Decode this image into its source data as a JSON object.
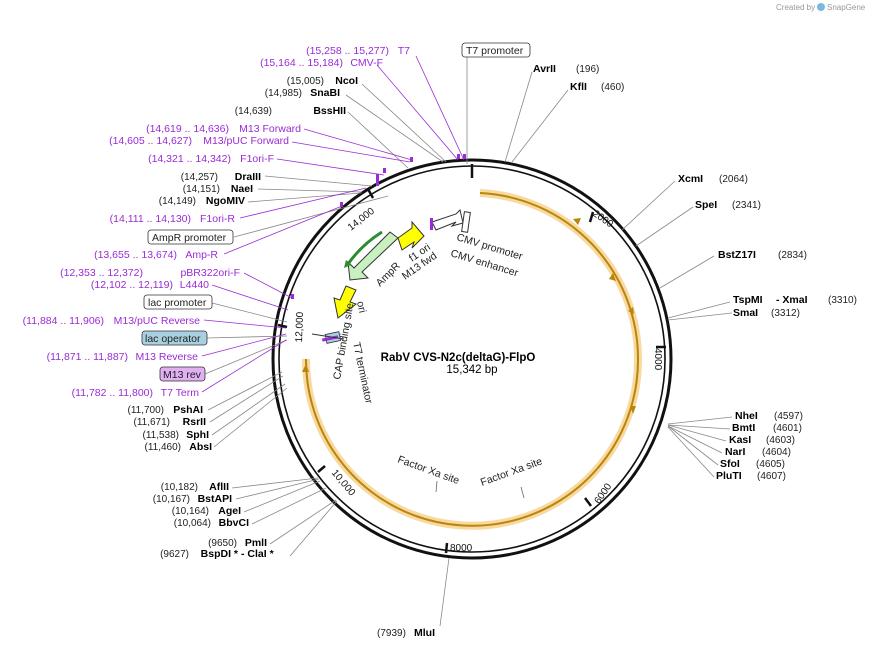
{
  "credit": {
    "prefix": "Created by",
    "brand": "SnapGene"
  },
  "plasmid": {
    "name": "RabV CVS-N2c(deltaG)-FlpO",
    "size_label": "15,342 bp"
  },
  "ticks": [
    "2000",
    "4000",
    "6000",
    "8000",
    "10,000",
    "12,000",
    "14,000"
  ],
  "sites_right": [
    {
      "name": "AvrII",
      "pos": "(196)"
    },
    {
      "name": "KflI",
      "pos": "(460)"
    },
    {
      "name": "XcmI",
      "pos": "(2064)"
    },
    {
      "name": "SpeI",
      "pos": "(2341)"
    },
    {
      "name": "BstZ17I",
      "pos": "(2834)"
    },
    {
      "name": "TspMI",
      "sep": "- XmaI",
      "pos": "(3310)"
    },
    {
      "name": "SmaI",
      "pos": "(3312)"
    },
    {
      "name": "NheI",
      "pos": "(4597)"
    },
    {
      "name": "BmtI",
      "pos": "(4601)"
    },
    {
      "name": "KasI",
      "pos": "(4603)"
    },
    {
      "name": "NarI",
      "pos": "(4604)"
    },
    {
      "name": "SfoI",
      "pos": "(4605)"
    },
    {
      "name": "PluTI",
      "pos": "(4607)"
    },
    {
      "name": "MluI",
      "pos": "(7939)"
    }
  ],
  "sites_left": [
    {
      "name": "NcoI",
      "pos": "(15,005)"
    },
    {
      "name": "SnaBI",
      "pos": "(14,985)"
    },
    {
      "name": "BssHII",
      "pos": "(14,639)"
    },
    {
      "name": "DraIII",
      "pos": "(14,257)"
    },
    {
      "name": "NaeI",
      "pos": "(14,151)"
    },
    {
      "name": "NgoMIV",
      "pos": "(14,149)"
    },
    {
      "name": "PshAI",
      "pos": "(11,700)"
    },
    {
      "name": "RsrII",
      "pos": "(11,671)"
    },
    {
      "name": "SphI",
      "pos": "(11,538)"
    },
    {
      "name": "AbsI",
      "pos": "(11,460)"
    },
    {
      "name": "AflII",
      "pos": "(10,182)"
    },
    {
      "name": "BstAPI",
      "pos": "(10,167)"
    },
    {
      "name": "AgeI",
      "pos": "(10,164)"
    },
    {
      "name": "BbvCI",
      "pos": "(10,064)"
    },
    {
      "name": "PmlI",
      "pos": "(9650)"
    },
    {
      "name": "BspDI *",
      "sep": "- ClaI *",
      "pos": "(9627)"
    }
  ],
  "primers": [
    {
      "name": "T7",
      "pos": "(15,258 .. 15,277)"
    },
    {
      "name": "CMV-F",
      "pos": "(15,164 .. 15,184)"
    },
    {
      "name": "M13 Forward",
      "pos": "(14,619 .. 14,636)"
    },
    {
      "name": "M13/pUC Forward",
      "pos": "(14,605 .. 14,627)"
    },
    {
      "name": "F1ori-F",
      "pos": "(14,321 .. 14,342)"
    },
    {
      "name": "F1ori-R",
      "pos": "(14,111 .. 14,130)"
    },
    {
      "name": "Amp-R",
      "pos": "(13,655 .. 13,674)"
    },
    {
      "name": "pBR322ori-F",
      "pos": "(12,353 .. 12,372)"
    },
    {
      "name": "L4440",
      "pos": "(12,102 .. 12,119)"
    },
    {
      "name": "M13/pUC Reverse",
      "pos": "(11,884 .. 11,906)"
    },
    {
      "name": "M13 Reverse",
      "pos": "(11,871 .. 11,887)"
    },
    {
      "name": "T7 Term",
      "pos": "(11,782 .. 11,800)"
    }
  ],
  "boxed_features": {
    "t7_promoter": "T7 promoter",
    "ampr_promoter": "AmpR promoter",
    "lac_promoter": "lac promoter",
    "lac_operator": "lac operator",
    "m13_rev": "M13 rev"
  },
  "inner_features": {
    "cmv_promoter": "CMV promoter",
    "cmv_enhancer": "CMV enhancer",
    "f1_ori": "f1 ori",
    "m13_fwd": "M13 fwd",
    "ampr": "AmpR",
    "ori": "ori",
    "cap_site": "CAP binding site",
    "t7_terminator": "T7 terminator",
    "factor_xa_1": "Factor Xa site",
    "factor_xa_2": "Factor Xa site"
  },
  "colors": {
    "primer": "#9a2bd6",
    "orf": "#b8860b",
    "orf_glow": "#f8d9a0",
    "ampr": "#c8f0c0",
    "ori": "#ffff00",
    "lac_operator": "#a8d0e0",
    "m13_rev": "#e0b0f0"
  }
}
